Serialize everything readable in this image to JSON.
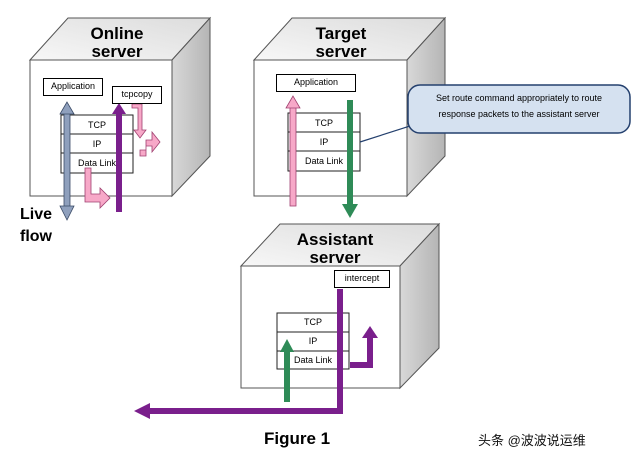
{
  "servers": {
    "online": {
      "title_line1": "Online",
      "title_line2": "server",
      "application": "Application",
      "tcpcopy": "tcpcopy",
      "layers": [
        "TCP",
        "IP",
        "Data Link"
      ]
    },
    "target": {
      "title_line1": "Target",
      "title_line2": "server",
      "application": "Application",
      "layers": [
        "TCP",
        "IP",
        "Data Link"
      ]
    },
    "assistant": {
      "title_line1": "Assistant",
      "title_line2": "server",
      "intercept": "intercept",
      "layers": [
        "TCP",
        "IP",
        "Data Link"
      ]
    }
  },
  "callout": {
    "line1": "Set route command appropriately to route",
    "line2": "response packets to the assistant server"
  },
  "live_flow": {
    "line1": "Live",
    "line2": "flow"
  },
  "caption": "Figure 1",
  "watermark": "头条 @波波说运维",
  "colors": {
    "box_front": "#ffffff",
    "box_top": "#eeeeee",
    "box_side": "#c8c8c8",
    "edge": "#555555",
    "purple": "#7a1f8c",
    "pink": "#f7a8c8",
    "green": "#2e8b57",
    "grey_blue": "#8fa0bd",
    "callout_fill": "#d5e1f0",
    "callout_border": "#24406e"
  }
}
